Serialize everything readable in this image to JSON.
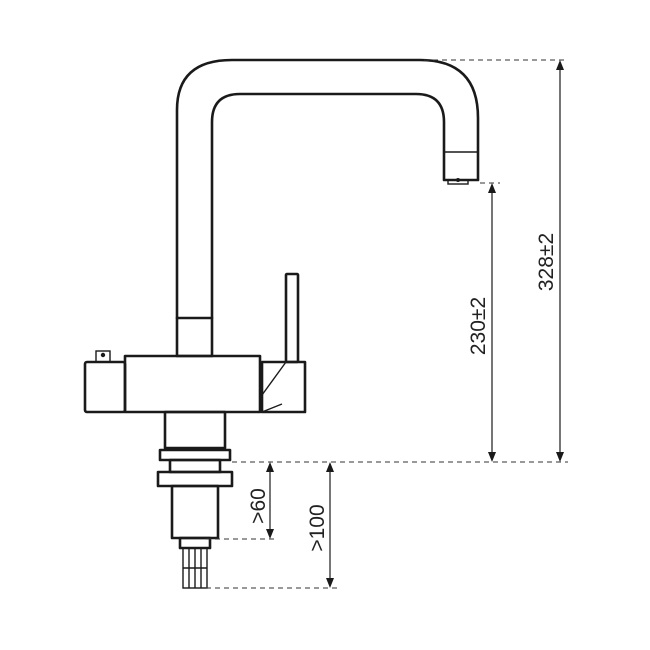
{
  "dimensions": {
    "total_height": "328±2",
    "spout_clearance": "230±2",
    "mount_min": ">60",
    "shank_min": ">100"
  },
  "colors": {
    "line": "#1a1a1a",
    "background": "#ffffff"
  }
}
